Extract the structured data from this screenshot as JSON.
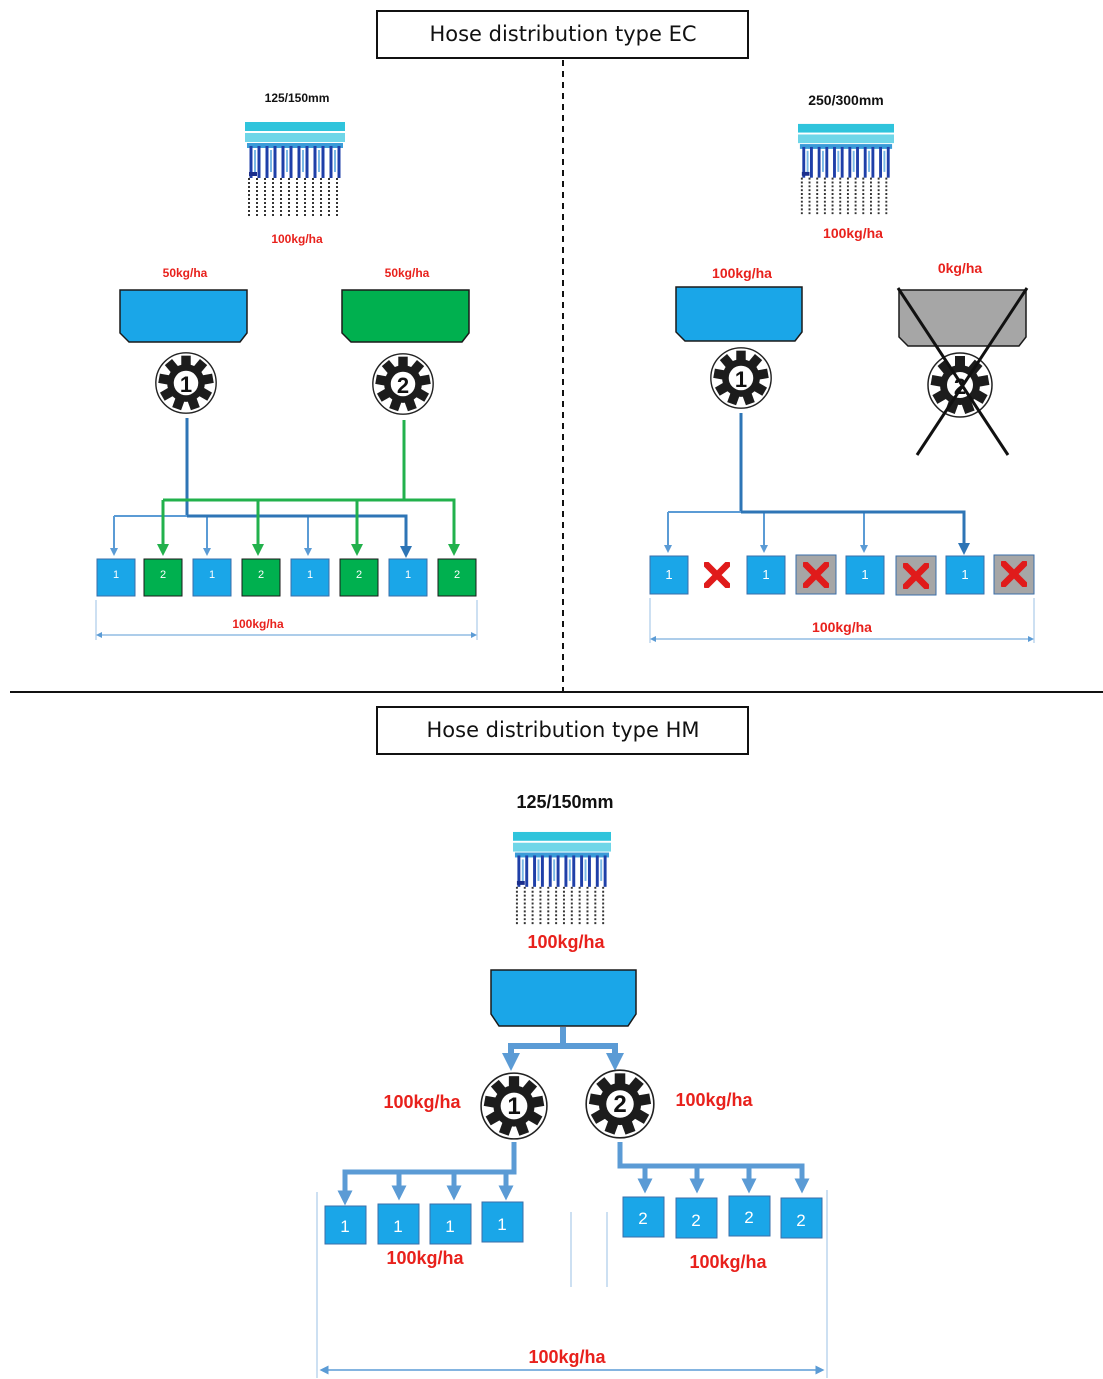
{
  "sections": {
    "ec": {
      "title": "Hose distribution type EC",
      "left": {
        "row_spacing": "125/150mm",
        "drill_rate": "100kg/ha",
        "hopper1_rate": "50kg/ha",
        "hopper2_rate": "50kg/ha",
        "meter1": "1",
        "meter2": "2",
        "outlets": [
          "1",
          "2",
          "1",
          "2",
          "1",
          "2",
          "1",
          "2"
        ],
        "total_rate": "100kg/ha"
      },
      "right": {
        "row_spacing": "250/300mm",
        "drill_rate": "100kg/ha",
        "hopper1_rate": "100kg/ha",
        "hopper2_rate": "0kg/ha",
        "meter1": "1",
        "meter2": "2",
        "outlets": [
          "1",
          "1",
          "1",
          "1"
        ],
        "total_rate": "100kg/ha"
      }
    },
    "hm": {
      "title": "Hose distribution type HM",
      "row_spacing": "125/150mm",
      "drill_rate": "100kg/ha",
      "meter1": "1",
      "meter2": "2",
      "meter1_rate": "100kg/ha",
      "meter2_rate": "100kg/ha",
      "left_outlets": [
        "1",
        "1",
        "1",
        "1"
      ],
      "right_outlets": [
        "2",
        "2",
        "2",
        "2"
      ],
      "left_rate": "100kg/ha",
      "right_rate": "100kg/ha",
      "total_rate": "100kg/ha"
    }
  },
  "colors": {
    "hopper_blue": "#1aa6e8",
    "hopper_green": "#00b04f",
    "hopper_gray": "#a6a6a6",
    "line_blue_dark": "#2e75b6",
    "line_blue_light": "#5b9bd5",
    "line_green": "#22b14c",
    "rate_red": "#e8211c",
    "cross_red": "#e01b1b"
  }
}
